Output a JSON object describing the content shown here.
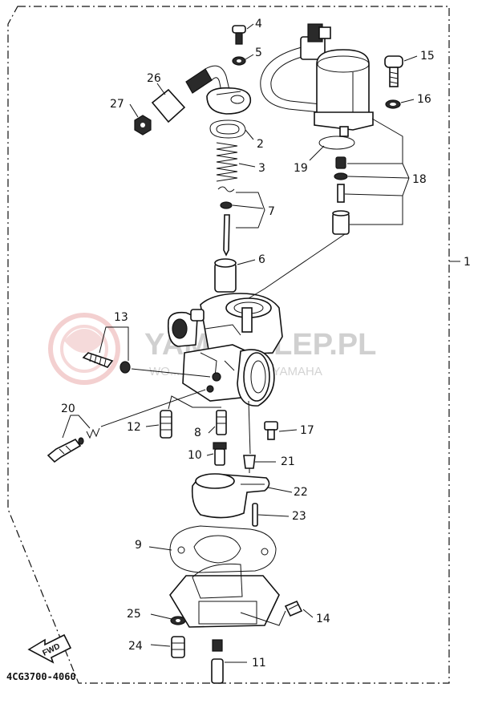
{
  "diagram": {
    "code": "4CG3700-4060",
    "fwd_label": "FWD",
    "watermark": {
      "main": "YAMASKLEP.PL",
      "sub": "WO... ...ICJ | DEALER YAMAHA"
    },
    "labels": {
      "p1": "1",
      "p2": "2",
      "p3": "3",
      "p4": "4",
      "p5": "5",
      "p6": "6",
      "p7": "7",
      "p8": "8",
      "p9": "9",
      "p10": "10",
      "p11": "11",
      "p12": "12",
      "p13": "13",
      "p14": "14",
      "p15": "15",
      "p16": "16",
      "p17": "17",
      "p18": "18",
      "p19": "19",
      "p20": "20",
      "p21": "21",
      "p22": "22",
      "p23": "23",
      "p24": "24",
      "p25": "25",
      "p26": "26",
      "p27": "27"
    }
  }
}
